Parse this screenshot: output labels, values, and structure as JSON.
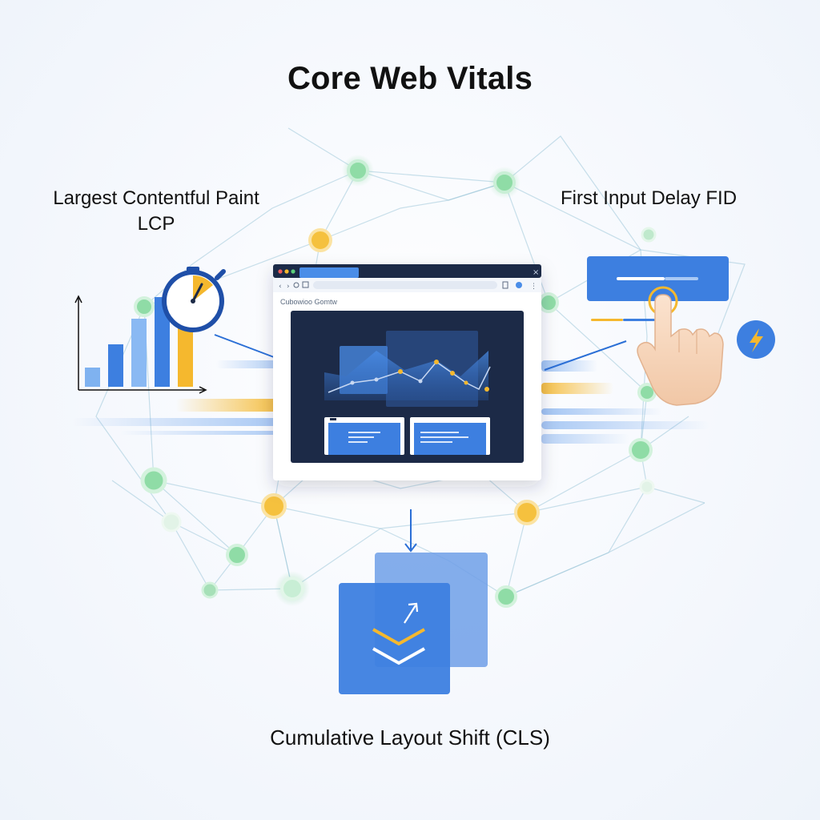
{
  "title": "Core Web Vitals",
  "metrics": {
    "lcp": {
      "label": "Largest Contentful Paint",
      "abbr": "LCP",
      "bar_levels": [
        0.2,
        0.45,
        0.72,
        0.95,
        0.62
      ]
    },
    "fid": {
      "label": "First Input Delay FID"
    },
    "cls": {
      "label": "Cumulative Layout Shift (CLS)"
    }
  },
  "browser": {
    "content_label": "Cubowioo  Gomtw"
  },
  "colors": {
    "primary_blue": "#3d7fe0",
    "dark_navy": "#1c2a47",
    "accent_yellow": "#f5b82e",
    "node_green": "#7fd39a"
  },
  "icons": [
    "stopwatch-icon",
    "bar-chart-icon",
    "pointer-hand-icon",
    "lightning-icon",
    "arrow-down-icon",
    "arrow-up-right-icon",
    "chevron-down-icon"
  ]
}
